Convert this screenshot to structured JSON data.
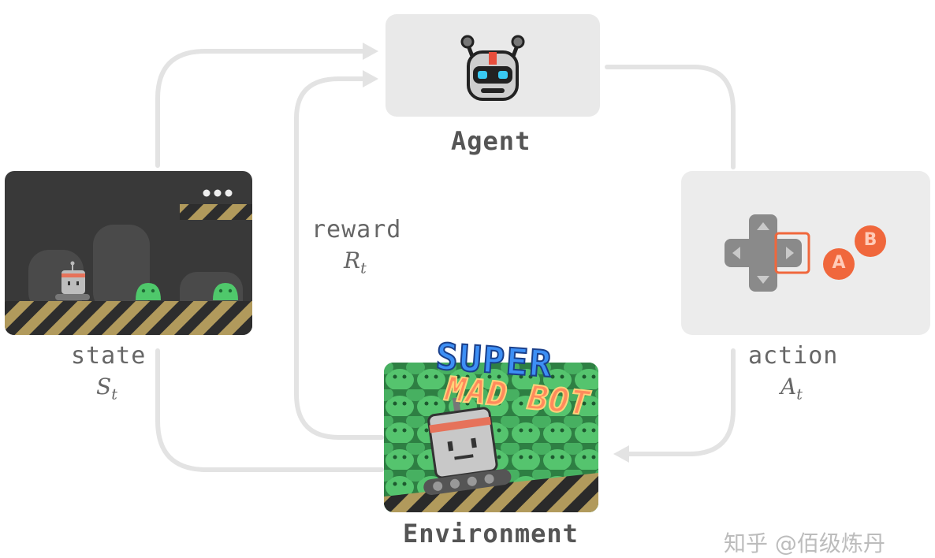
{
  "agent": {
    "label": "Agent",
    "icon": "robot-head-icon"
  },
  "environment": {
    "label": "Environment",
    "game_title_line1": "SUPER",
    "game_title_line2": "MAD BOT"
  },
  "state": {
    "label": "state",
    "symbol": "S",
    "subscript": "t"
  },
  "action": {
    "label": "action",
    "symbol": "A",
    "subscript": "t",
    "button_a": "A",
    "button_b": "B"
  },
  "reward": {
    "label": "reward",
    "symbol": "R",
    "subscript": "t"
  },
  "watermark": "知乎 @佰级炼丹",
  "colors": {
    "arrow": "#e3e3e3",
    "accent": "#f0673c",
    "slime": "#4fc86b",
    "panel": "#e9e9e9"
  }
}
